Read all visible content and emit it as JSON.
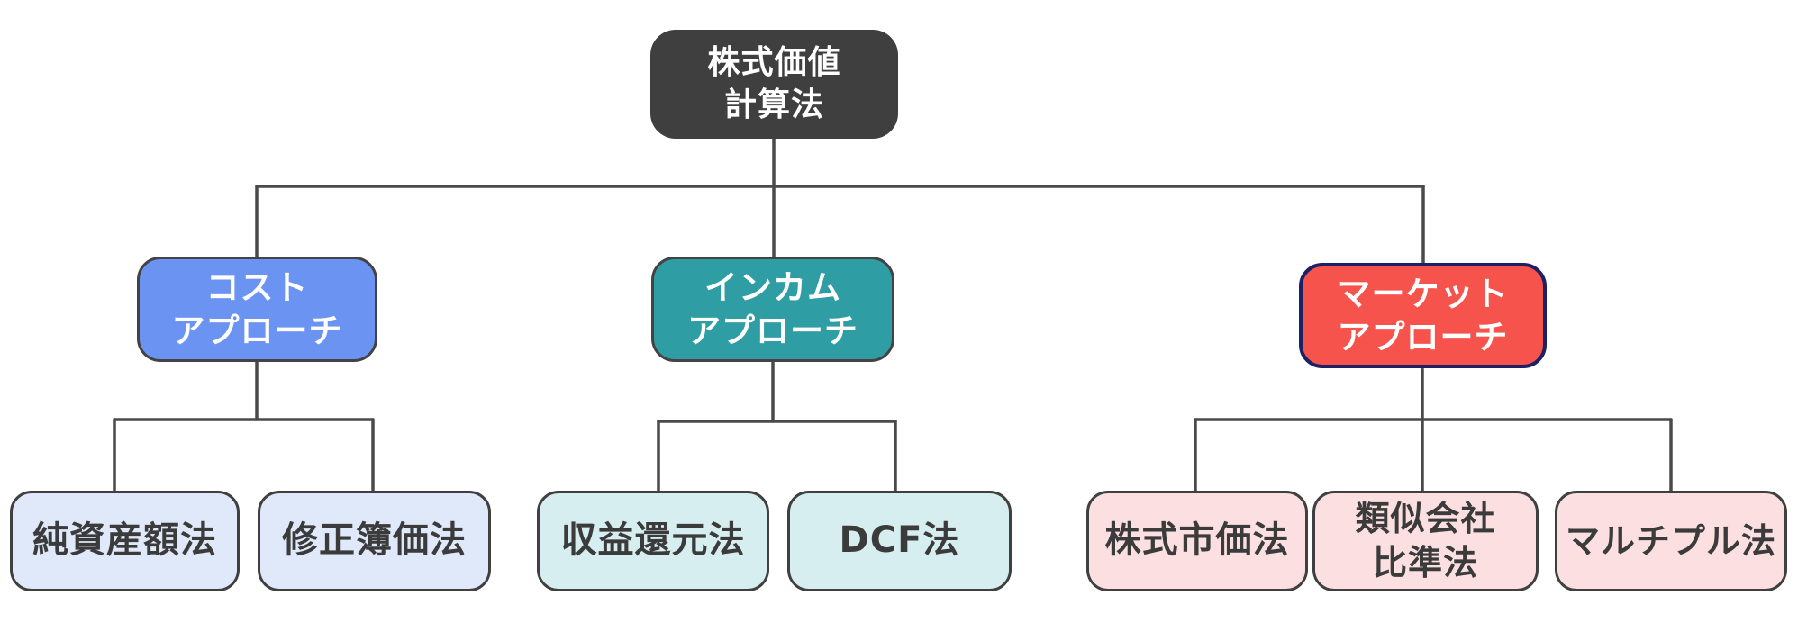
{
  "diagram": {
    "root": {
      "label": "株式価値\n計算法"
    },
    "approaches": {
      "cost": {
        "label": "コスト\nアプローチ"
      },
      "income": {
        "label": "インカム\nアプローチ"
      },
      "market": {
        "label": "マーケット\nアプローチ"
      }
    },
    "leaves": {
      "net_asset": {
        "label": "純資産額法",
        "parent": "cost"
      },
      "adjusted_book_value": {
        "label": "修正簿価法",
        "parent": "cost"
      },
      "capitalized_earnings": {
        "label": "収益還元法",
        "parent": "income"
      },
      "dcf": {
        "label": "DCF法",
        "parent": "income"
      },
      "market_price": {
        "label": "株式市価法",
        "parent": "market"
      },
      "comparable_company": {
        "label": "類似会社\n比準法",
        "parent": "market"
      },
      "multiple": {
        "label": "マルチプル法",
        "parent": "market"
      }
    },
    "colors": {
      "root_fill": "#3f3f3f",
      "root_text": "#ffffff",
      "cost_fill": "#6b93f1",
      "income_fill": "#2f9da4",
      "market_fill": "#f5534b",
      "market_border": "#1b2163",
      "node_border": "#434343",
      "leaf_cost_fill": "#dfe9f9",
      "leaf_income_fill": "#d6eef0",
      "leaf_market_fill": "#fbdfe1",
      "leaf_text": "#3b3b3b",
      "connector_line": "#4a4a4a"
    }
  }
}
